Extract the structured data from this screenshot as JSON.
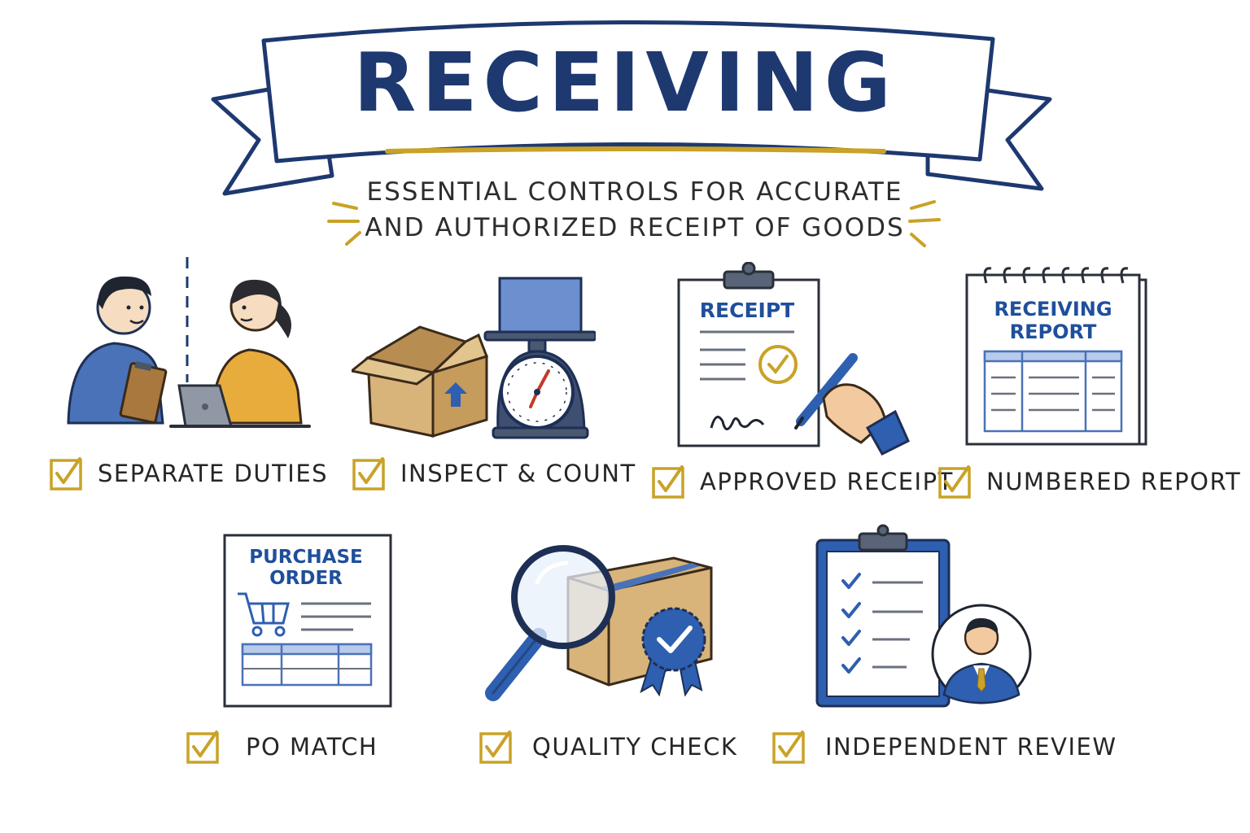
{
  "header": {
    "title": "RECEIVING",
    "subtitle_line1": "ESSENTIAL CONTROLS FOR ACCURATE",
    "subtitle_line2": "AND AUTHORIZED RECEIPT OF GOODS"
  },
  "colors": {
    "navy": "#1e3870",
    "blue": "#4a72b8",
    "gold": "#c9a227",
    "cardboard": "#d8b47a"
  },
  "documents": {
    "receipt_title": "RECEIPT",
    "report_title_line1": "RECEIVING",
    "report_title_line2": "REPORT",
    "po_title_line1": "PURCHASE",
    "po_title_line2": "ORDER"
  },
  "controls": [
    {
      "label": "SEPARATE DUTIES",
      "icon": "people-icon"
    },
    {
      "label": "INSPECT & COUNT",
      "icon": "box-scale-icon"
    },
    {
      "label": "APPROVED RECEIPT",
      "icon": "signed-receipt-icon"
    },
    {
      "label": "NUMBERED REPORT",
      "icon": "report-calendar-icon"
    },
    {
      "label": "PO MATCH",
      "icon": "purchase-order-icon"
    },
    {
      "label": "QUALITY CHECK",
      "icon": "magnifier-box-icon"
    },
    {
      "label": "INDEPENDENT REVIEW",
      "icon": "clipboard-reviewer-icon"
    }
  ]
}
